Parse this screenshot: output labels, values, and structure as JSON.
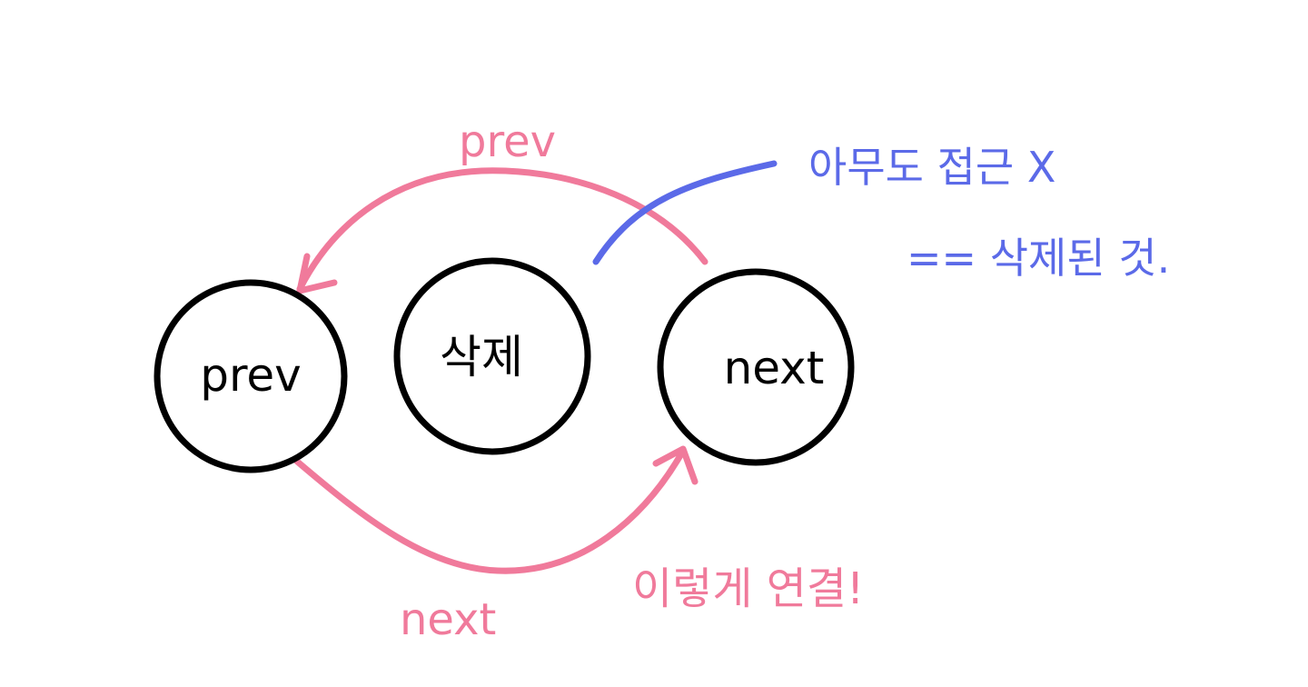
{
  "colors": {
    "ink": "#000000",
    "pink": "#f07a9b",
    "blue": "#5b6ae8",
    "background": "#ffffff"
  },
  "nodes": [
    {
      "id": "prev",
      "label": "prev"
    },
    {
      "id": "deleted",
      "label": "삭제"
    },
    {
      "id": "next",
      "label": "next"
    }
  ],
  "edges": [
    {
      "id": "prev-pointer",
      "from": "next",
      "to": "prev",
      "label": "prev",
      "color": "pink"
    },
    {
      "id": "next-pointer",
      "from": "prev",
      "to": "next",
      "label": "next",
      "color": "pink"
    }
  ],
  "annotations": {
    "no_access": "아무도 접근 X",
    "equals_deleted": "== 삭제된 것.",
    "connect": "이렇게 연결!"
  }
}
